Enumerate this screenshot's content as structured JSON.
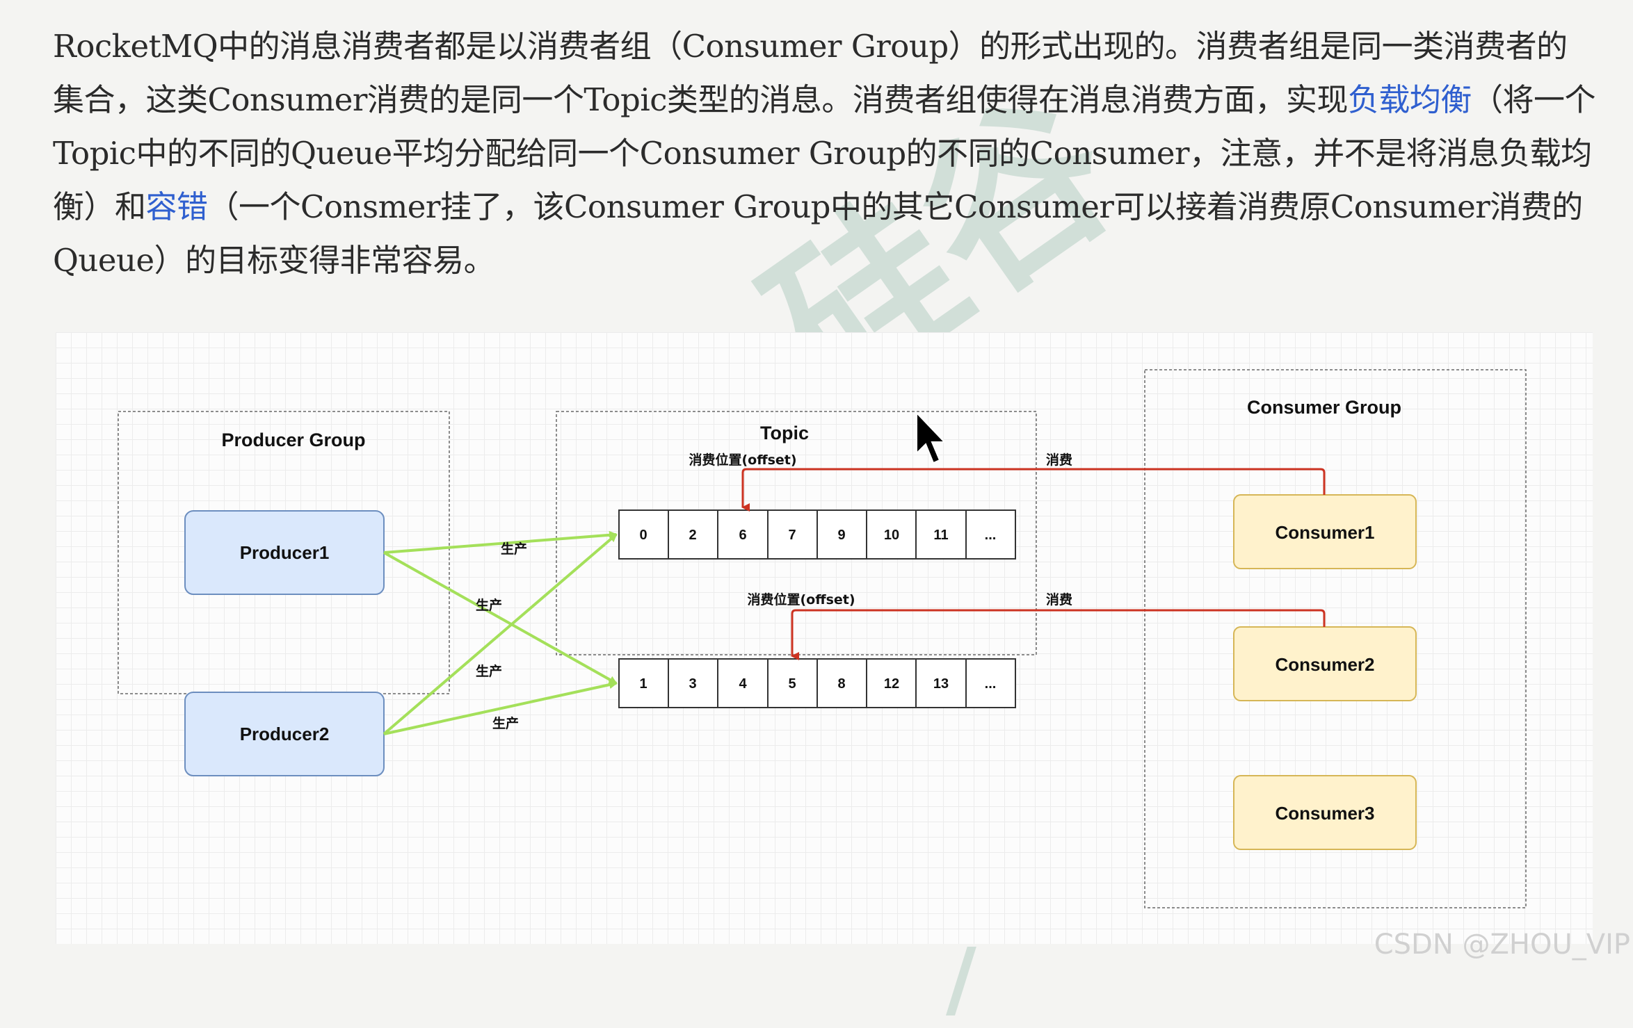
{
  "paragraph": {
    "p1": "RocketMQ中的消息消费者都是以消费者组（Consumer Group）的形式出现的。消费者组是同一类消费者的集合，这类Consumer消费的是同一个Topic类型的消息。消费者组使得在消息消费方面，实现",
    "link1": "负载均衡",
    "p2": "（将一个Topic中的不同的Queue平均分配给同一个Consumer Group的不同的Consumer，注意，并不是将消息负载均衡）和",
    "link2": "容错",
    "p3": "（一个Consmer挂了，该Consumer Group中的其它Consumer可以接着消费原Consumer消费的Queue）的目标变得非常容易。",
    "link_color": "#2f5fcf"
  },
  "diagram": {
    "producer_group_title": "Producer Group",
    "producers": [
      "Producer1",
      "Producer2"
    ],
    "topic_title": "Topic",
    "offset_label": "消费位置(offset)",
    "consume_label": "消费",
    "produce_label": "生产",
    "queue1": [
      "0",
      "2",
      "6",
      "7",
      "9",
      "10",
      "11",
      "..."
    ],
    "queue2": [
      "1",
      "3",
      "4",
      "5",
      "8",
      "12",
      "13",
      "..."
    ],
    "consumer_group_title": "Consumer Group",
    "consumers": [
      "Consumer1",
      "Consumer2",
      "Consumer3"
    ],
    "colors": {
      "producer_fill": "#dae8fc",
      "producer_stroke": "#6c8ebf",
      "consumer_fill": "#fff2cc",
      "consumer_stroke": "#d6b656",
      "produce_arrow": "#a4e05a",
      "consume_arrow": "#cc3322"
    }
  },
  "footer": "CSDN @ZHOU_VIP"
}
